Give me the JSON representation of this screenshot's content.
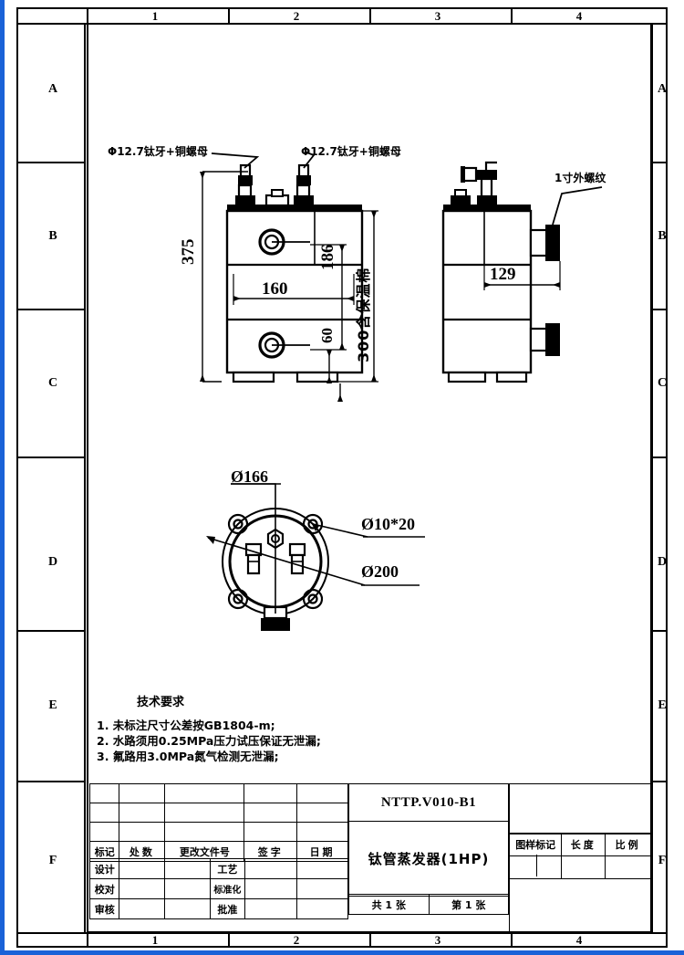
{
  "sheet": {
    "zone_columns": [
      "1",
      "2",
      "3",
      "4"
    ],
    "zone_rows": [
      "A",
      "B",
      "C",
      "D",
      "E",
      "F"
    ]
  },
  "drawing": {
    "title": "钛管蒸发器(1HP)",
    "drawing_number": "NTTP.V010-B1",
    "callouts": {
      "port_left": "Φ12.7钛牙+铜螺母",
      "port_right": "Φ12.7钛牙+铜螺母",
      "thread_right": "1寸外螺纹",
      "insulation": "300含保温棉"
    },
    "dimensions": {
      "overall_height": "375",
      "body_width": "160",
      "port_spacing": "186",
      "bottom_offset": "60",
      "side_offset": "129",
      "bolt_circle": "Ø166",
      "hole": "Ø10*20",
      "outer_diameter": "Ø200"
    }
  },
  "tech_notes": {
    "heading": "技术要求",
    "lines": [
      "1. 未标注尺寸公差按GB1804-m;",
      "2. 水路须用0.25MPa压力试压保证无泄漏;",
      "3. 氟路用3.0MPa氮气检测无泄漏;"
    ]
  },
  "title_block": {
    "rev_headers": [
      "标记",
      "处数",
      "更改文件号",
      "签字",
      "日期"
    ],
    "roles_left": [
      "设计",
      "校对",
      "审核"
    ],
    "roles_right": [
      "工艺",
      "标准化",
      "批准"
    ],
    "prop_headers": [
      "图样标记",
      "长度",
      "比例"
    ],
    "sheet_total": "共  1  张",
    "sheet_index": "第 1 张"
  }
}
